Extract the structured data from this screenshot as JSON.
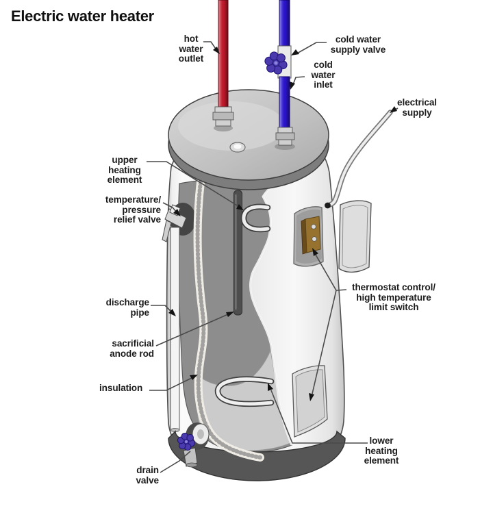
{
  "title": "Electric water heater",
  "colors": {
    "hot_pipe": "#c0182a",
    "cold_pipe": "#2b14ce",
    "valve_handle": "#4a3aae",
    "thermostat_box": "#96722e",
    "label_text": "#1c1c1c",
    "leader_line": "#4a4a4a"
  },
  "labels": {
    "hot_water_outlet": {
      "lines": [
        "hot",
        "water",
        "outlet"
      ]
    },
    "cold_water_supply_valve": {
      "lines": [
        "cold water",
        "supply valve"
      ]
    },
    "cold_water_inlet": {
      "lines": [
        "cold",
        "water",
        "inlet"
      ]
    },
    "electrical_supply": {
      "lines": [
        "electrical",
        "supply"
      ]
    },
    "upper_heating_element": {
      "lines": [
        "upper",
        "heating",
        "element"
      ]
    },
    "temperature_pressure_relief_valve": {
      "lines": [
        "temperature/",
        "pressure",
        "relief valve"
      ]
    },
    "discharge_pipe": {
      "lines": [
        "discharge",
        "pipe"
      ]
    },
    "sacrificial_anode_rod": {
      "lines": [
        "sacrificial",
        "anode rod"
      ]
    },
    "insulation": {
      "lines": [
        "insulation"
      ]
    },
    "drain_valve": {
      "lines": [
        "drain",
        "valve"
      ]
    },
    "thermostat_control": {
      "lines": [
        "thermostat control/",
        "high temperature",
        "limit switch"
      ]
    },
    "lower_heating_element": {
      "lines": [
        "lower",
        "heating",
        "element"
      ]
    }
  }
}
